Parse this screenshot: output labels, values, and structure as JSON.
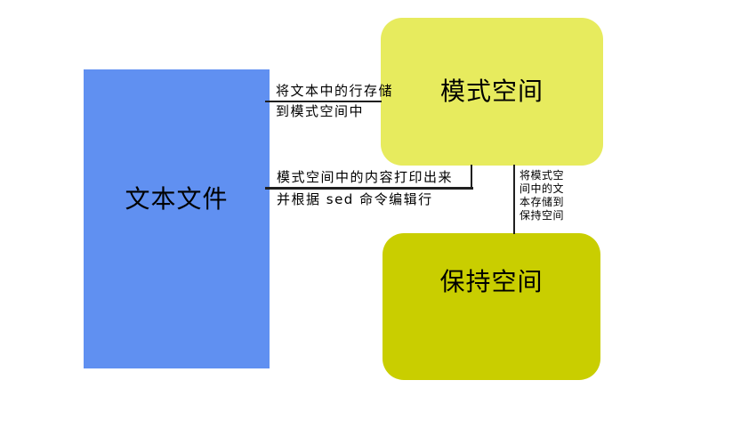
{
  "diagram": {
    "title": "sed pattern space / hold space workflow",
    "background_color": "#ffffff",
    "line_color": "#1f1f1f",
    "nodes": {
      "text_file": {
        "label": "文本文件",
        "fill": "#6090F1",
        "shape": "rectangle"
      },
      "pattern_space": {
        "label": "模式空间",
        "fill": "#E7EB5E",
        "shape": "rounded-rectangle"
      },
      "hold_space": {
        "label": "保持空间",
        "fill": "#C9CE00",
        "shape": "rounded-rectangle"
      }
    },
    "edges": {
      "store_to_pattern": {
        "label_top": "将文本中的行存储",
        "label_bottom": "到模式空间中"
      },
      "print_and_edit": {
        "label_top": "模式空间中的内容打印出来",
        "label_bottom": "并根据 sed 命令编辑行"
      },
      "pattern_to_hold": {
        "label": "将模式空\n间中的文\n本存储到\n保持空间"
      }
    }
  }
}
